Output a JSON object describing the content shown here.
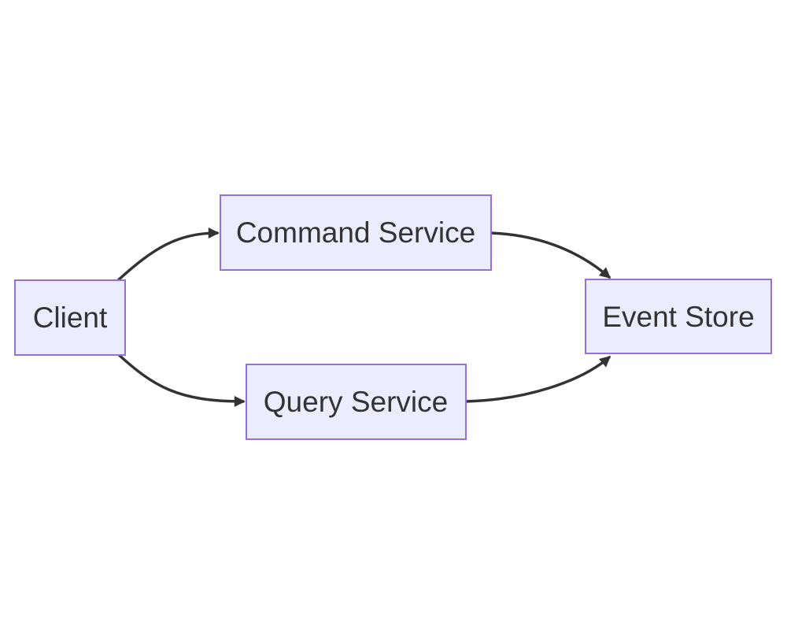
{
  "diagram": {
    "type": "flowchart",
    "nodes": [
      {
        "id": "client",
        "label": "Client"
      },
      {
        "id": "command_service",
        "label": "Command Service"
      },
      {
        "id": "query_service",
        "label": "Query Service"
      },
      {
        "id": "event_store",
        "label": "Event Store"
      }
    ],
    "edges": [
      {
        "from": "client",
        "to": "command_service"
      },
      {
        "from": "client",
        "to": "query_service"
      },
      {
        "from": "command_service",
        "to": "event_store"
      },
      {
        "from": "query_service",
        "to": "event_store"
      }
    ]
  },
  "colors": {
    "background": "#ffffff",
    "node_fill": "#ECECFF",
    "node_border": "#9370DB",
    "edge": "#333333",
    "text": "#333333"
  }
}
